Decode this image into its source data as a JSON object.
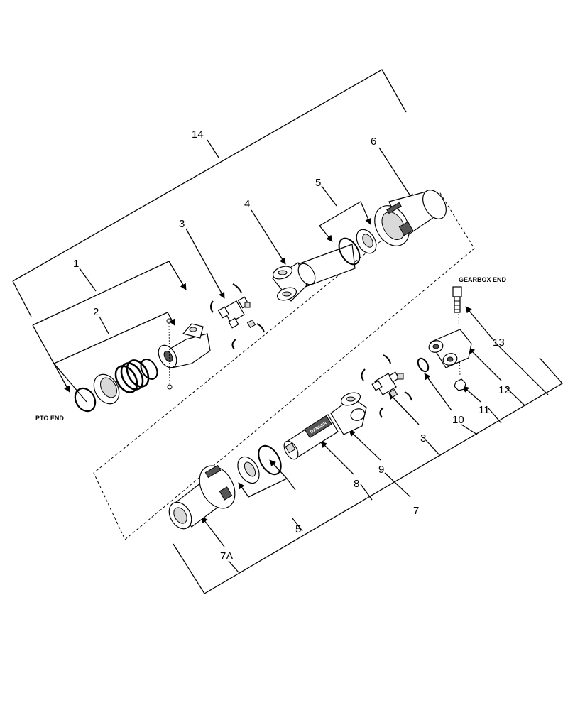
{
  "end_labels": {
    "pto_end": "PTO END",
    "gearbox_end": "GEARBOX END"
  },
  "decal_text": "DANGER",
  "callouts": {
    "c1": "1",
    "c2": "2",
    "c3_upper": "3",
    "c3_lower": "3",
    "c4": "4",
    "c5_upper": "5",
    "c5_lower": "5",
    "c6": "6",
    "c7": "7",
    "c7a": "7A",
    "c8": "8",
    "c9": "9",
    "c10": "10",
    "c11": "11",
    "c12": "12",
    "c13": "13",
    "c14": "14"
  }
}
